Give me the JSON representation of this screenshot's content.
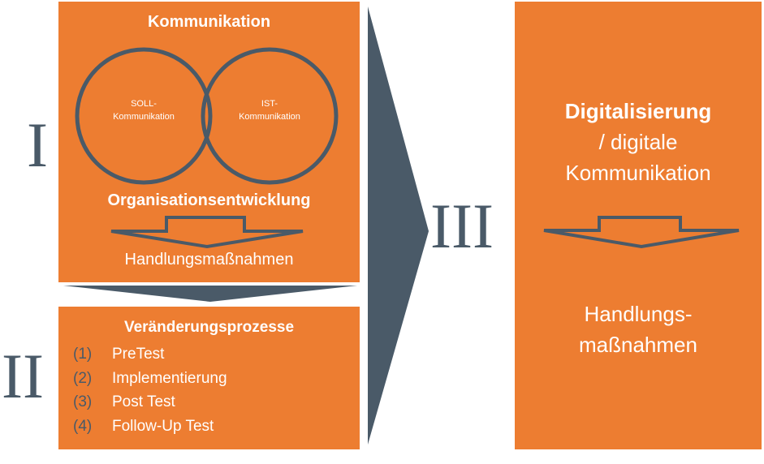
{
  "colors": {
    "orange": "#ED7D31",
    "slate": "#4a5a68"
  },
  "labels": {
    "I": "I",
    "II": "II",
    "III": "III"
  },
  "box1": {
    "title": "Kommunikation",
    "circle_left": [
      "SOLL-",
      "Kommunikation"
    ],
    "circle_right": [
      "IST-",
      "Kommunikation"
    ],
    "subtitle": "Organisationsentwicklung",
    "result": "Handlungsmaßnahmen"
  },
  "box2": {
    "title": "Veränderungsprozesse",
    "items": [
      {
        "num": "(1)",
        "text": "PreTest"
      },
      {
        "num": "(2)",
        "text": "Implementierung"
      },
      {
        "num": "(3)",
        "text": "Post Test"
      },
      {
        "num": "(4)",
        "text": "Follow-Up Test"
      }
    ]
  },
  "box3": {
    "title": "Digitalisierung",
    "line2": "/ digitale",
    "line3": "Kommunikation",
    "result1": "Handlungs-",
    "result2": "maßnahmen"
  }
}
